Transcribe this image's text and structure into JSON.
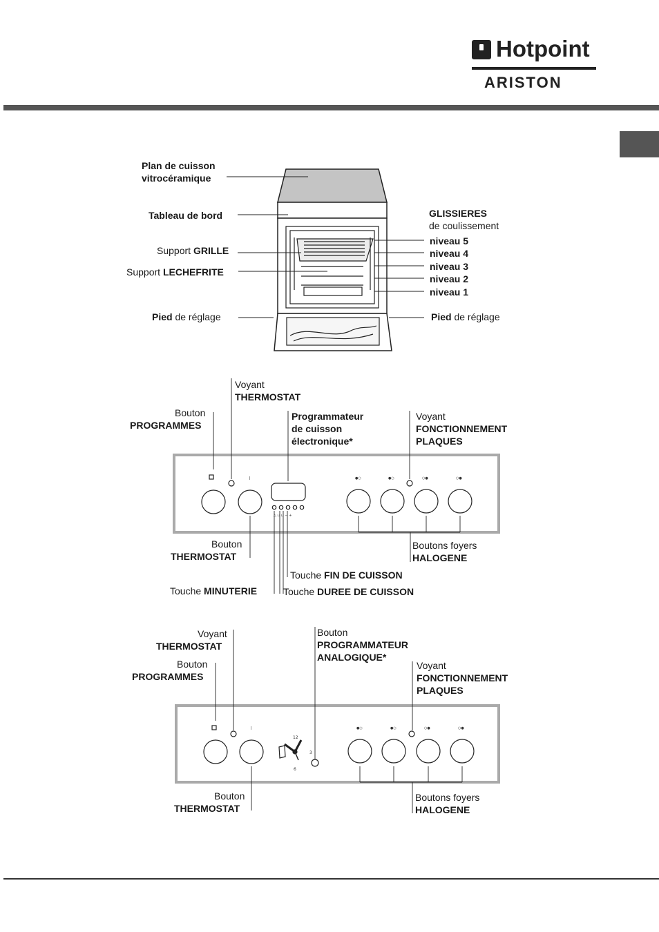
{
  "brand": {
    "name": "Hotpoint",
    "sub": "ARISTON"
  },
  "oven": {
    "plan_line1": "Plan de cuisson",
    "plan_line2": "vitrocéramique",
    "tableau": "Tableau de bord",
    "support_grille_pre": "Support ",
    "support_grille_bold": "GRILLE",
    "support_leche_pre": "Support ",
    "support_leche_bold": "LECHEFRITE",
    "pied_bold": "Pied",
    "pied_rest": " de réglage",
    "glissieres_bold": "GLISSIERES",
    "glissieres_sub": "de coulissement",
    "niveaux": [
      "niveau 5",
      "niveau 4",
      "niveau 3",
      "niveau 2",
      "niveau 1"
    ]
  },
  "panel1": {
    "voyant": "Voyant",
    "thermostat": "THERMOSTAT",
    "bouton": "Bouton",
    "programmes": "PROGRAMMES",
    "prog_l1": "Programmateur",
    "prog_l2": "de cuisson",
    "prog_l3": "électronique*",
    "voyant_r": "Voyant",
    "fonctionnement": "FONCTIONNEMENT",
    "plaques": "PLAQUES",
    "bouton_th": "Bouton",
    "thermostat_b": "THERMOSTAT",
    "boutons_foyers": "Boutons foyers",
    "halogene": "HALOGENE",
    "touche": "Touche ",
    "fin": "FIN DE CUISSON",
    "minuterie": "MINUTERIE",
    "duree": "DUREE DE CUISSON"
  },
  "panel2": {
    "voyant": "Voyant",
    "thermostat": "THERMOSTAT",
    "bouton": "Bouton",
    "programmes": "PROGRAMMES",
    "bouton_pa": "Bouton",
    "prog_l1": "PROGRAMMATEUR",
    "prog_l2": "ANALOGIQUE*",
    "voyant_r": "Voyant",
    "fonctionnement": "FONCTIONNEMENT",
    "plaques": "PLAQUES",
    "bouton_th": "Bouton",
    "thermostat_b": "THERMOSTAT",
    "boutons_foyers": "Boutons foyers",
    "halogene": "HALOGENE"
  }
}
